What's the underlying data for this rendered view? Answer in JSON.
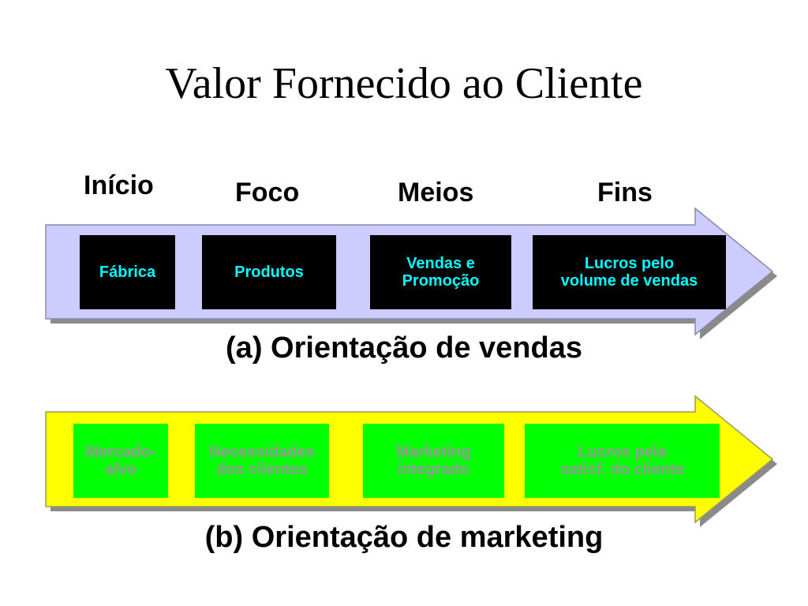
{
  "title": "Valor Fornecido ao Cliente",
  "columns": [
    "Início",
    "Foco",
    "Meios",
    "Fins"
  ],
  "sales": {
    "caption": "(a) Orientação de vendas",
    "fill_color": "#ccccff",
    "box_color": "#000000",
    "text_color": "#00ffff",
    "boxes": [
      "Fábrica",
      "Produtos",
      "Vendas e\nPromoção",
      "Lucros pelo\nvolume de vendas"
    ]
  },
  "marketing": {
    "caption": "(b) Orientação de marketing",
    "fill_color": "#ffff00",
    "box_color": "#00ff00",
    "text_color": "#999999",
    "boxes": [
      "Mercado-\nalvo",
      "Necessidades\ndos clientes",
      "Marketing\nintegrado",
      "Lucros pela\nsatisf. do cliente"
    ]
  }
}
